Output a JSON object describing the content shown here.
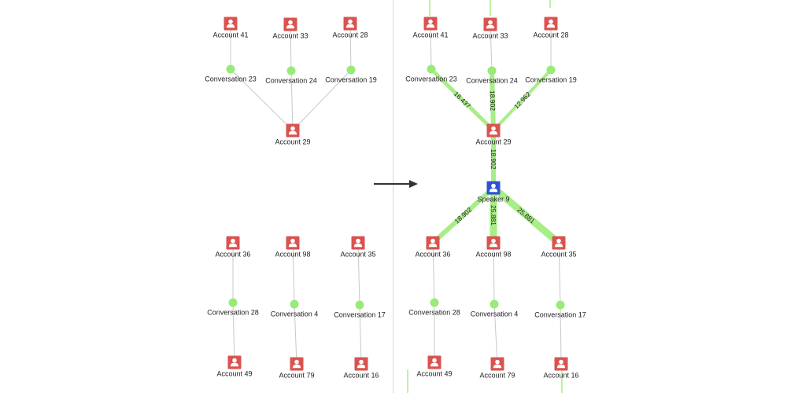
{
  "left_graph": {
    "nodes": [
      {
        "id": "L_a41",
        "kind": "account",
        "label": "Account 41"
      },
      {
        "id": "L_a33",
        "kind": "account",
        "label": "Account 33"
      },
      {
        "id": "L_a28",
        "kind": "account",
        "label": "Account 28"
      },
      {
        "id": "L_c23",
        "kind": "conversation",
        "label": "Conversation 23"
      },
      {
        "id": "L_c24",
        "kind": "conversation",
        "label": "Conversation 24"
      },
      {
        "id": "L_c19",
        "kind": "conversation",
        "label": "Conversation 19"
      },
      {
        "id": "L_a29",
        "kind": "account",
        "label": "Account 29"
      },
      {
        "id": "L_a36",
        "kind": "account",
        "label": "Account 36"
      },
      {
        "id": "L_a98",
        "kind": "account",
        "label": "Account 98"
      },
      {
        "id": "L_a35",
        "kind": "account",
        "label": "Account 35"
      },
      {
        "id": "L_c28",
        "kind": "conversation",
        "label": "Conversation 28"
      },
      {
        "id": "L_c4",
        "kind": "conversation",
        "label": "Conversation 4"
      },
      {
        "id": "L_c17",
        "kind": "conversation",
        "label": "Conversation 17"
      },
      {
        "id": "L_a49",
        "kind": "account",
        "label": "Account 49"
      },
      {
        "id": "L_a79",
        "kind": "account",
        "label": "Account 79"
      },
      {
        "id": "L_a16",
        "kind": "account",
        "label": "Account 16"
      }
    ],
    "edges": [
      {
        "from": "L_a41",
        "to": "L_c23"
      },
      {
        "from": "L_a33",
        "to": "L_c24"
      },
      {
        "from": "L_a28",
        "to": "L_c19"
      },
      {
        "from": "L_c23",
        "to": "L_a29"
      },
      {
        "from": "L_c24",
        "to": "L_a29"
      },
      {
        "from": "L_c19",
        "to": "L_a29"
      },
      {
        "from": "L_a36",
        "to": "L_c28"
      },
      {
        "from": "L_a98",
        "to": "L_c4"
      },
      {
        "from": "L_a35",
        "to": "L_c17"
      },
      {
        "from": "L_c28",
        "to": "L_a49"
      },
      {
        "from": "L_c4",
        "to": "L_a79"
      },
      {
        "from": "L_c17",
        "to": "L_a16"
      }
    ]
  },
  "right_graph": {
    "nodes": [
      {
        "id": "R_a41",
        "kind": "account",
        "label": "Account 41"
      },
      {
        "id": "R_a33",
        "kind": "account",
        "label": "Account 33"
      },
      {
        "id": "R_a28",
        "kind": "account",
        "label": "Account 28"
      },
      {
        "id": "R_c23",
        "kind": "conversation",
        "label": "Conversation 23"
      },
      {
        "id": "R_c24",
        "kind": "conversation",
        "label": "Conversation 24"
      },
      {
        "id": "R_c19",
        "kind": "conversation",
        "label": "Conversation 19"
      },
      {
        "id": "R_a29",
        "kind": "account",
        "label": "Account 29"
      },
      {
        "id": "R_s9",
        "kind": "speaker",
        "label": "Speaker 9"
      },
      {
        "id": "R_a36",
        "kind": "account",
        "label": "Account 36"
      },
      {
        "id": "R_a98",
        "kind": "account",
        "label": "Account 98"
      },
      {
        "id": "R_a35",
        "kind": "account",
        "label": "Account 35"
      },
      {
        "id": "R_c28",
        "kind": "conversation",
        "label": "Conversation 28"
      },
      {
        "id": "R_c4",
        "kind": "conversation",
        "label": "Conversation 4"
      },
      {
        "id": "R_c17",
        "kind": "conversation",
        "label": "Conversation 17"
      },
      {
        "id": "R_a49",
        "kind": "account",
        "label": "Account 49"
      },
      {
        "id": "R_a79",
        "kind": "account",
        "label": "Account 79"
      },
      {
        "id": "R_a16",
        "kind": "account",
        "label": "Account 16"
      }
    ],
    "edges": [
      {
        "from": "R_a41",
        "to": "R_c23"
      },
      {
        "from": "R_a33",
        "to": "R_c24"
      },
      {
        "from": "R_a28",
        "to": "R_c19"
      },
      {
        "from": "R_c23",
        "to": "R_a29",
        "weight": "16.437",
        "highlight": true
      },
      {
        "from": "R_c24",
        "to": "R_a29",
        "weight": "18.902",
        "highlight": true
      },
      {
        "from": "R_c19",
        "to": "R_a29",
        "weight": "12.962",
        "highlight": true
      },
      {
        "from": "R_a29",
        "to": "R_s9",
        "weight": "18.902",
        "highlight": true
      },
      {
        "from": "R_s9",
        "to": "R_a36",
        "weight": "18.902",
        "highlight": true
      },
      {
        "from": "R_s9",
        "to": "R_a98",
        "weight": "25.881",
        "highlight": true
      },
      {
        "from": "R_s9",
        "to": "R_a35",
        "weight": "25.881",
        "highlight": true
      },
      {
        "from": "R_a36",
        "to": "R_c28"
      },
      {
        "from": "R_a98",
        "to": "R_c4"
      },
      {
        "from": "R_a35",
        "to": "R_c17"
      },
      {
        "from": "R_c28",
        "to": "R_a49"
      },
      {
        "from": "R_c4",
        "to": "R_a79"
      },
      {
        "from": "R_c17",
        "to": "R_a16"
      }
    ]
  },
  "colors": {
    "account": "#d9534f",
    "speaker": "#3150d8",
    "conversation": "#99ea78",
    "edge": "#c8c8cc",
    "highlight_edge": "#a7ee86",
    "divider": "#d6d6d6",
    "arrow": "#333333"
  },
  "icons": {
    "account": "person-icon",
    "speaker": "person-icon",
    "transition": "arrow-right-icon"
  }
}
